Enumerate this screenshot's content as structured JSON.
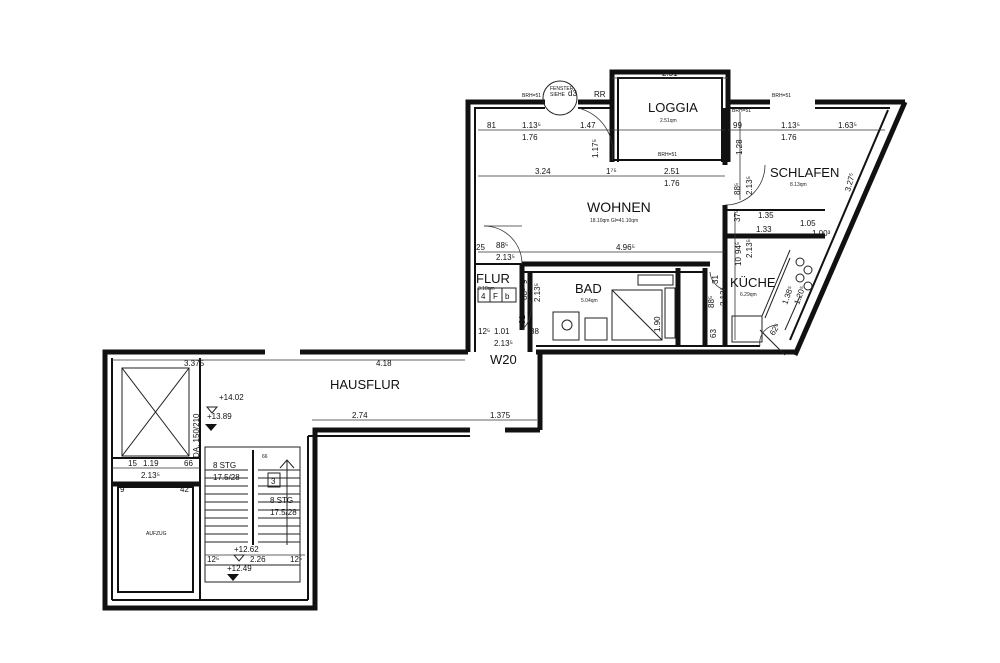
{
  "rooms": {
    "loggia": {
      "name": "LOGGIA",
      "area": "2.51qm"
    },
    "schlafen": {
      "name": "SCHLAFEN",
      "area": "8.13qm"
    },
    "wohnen": {
      "name": "WOHNEN",
      "area": "18.10qm   Gl=41.10qm"
    },
    "flur": {
      "name": "FLUR",
      "area": "3.18qm"
    },
    "bad": {
      "name": "BAD",
      "area": "5.04qm"
    },
    "kueche": {
      "name": "KÜCHE",
      "area": "6.29qm"
    },
    "hausflur": {
      "name": "HAUSFLUR"
    },
    "aufzug": {
      "name": "AUFZUG"
    },
    "w20": {
      "name": "W20"
    }
  },
  "labels": {
    "brh_left": "BRH=51",
    "brh_right": "BRH=51",
    "brh_loggia": "BRH=51",
    "brh_right2": "BRH=51",
    "fenster": "FENSTER",
    "fenster2": "SIEHE",
    "fenster_d": "d3",
    "rr": "RR",
    "stair_no": "3",
    "stg1": "8  STG",
    "stg1b": "17.5/28",
    "stg2": "8  STG",
    "stg2b": "17.5/28",
    "da": "DA. 150/210",
    "flur_switch_4": "4",
    "flur_switch_f": "F",
    "flur_switch_b": "b"
  },
  "levels": {
    "l1": "+14.02",
    "l2": "+13.89",
    "l3": "+12.62",
    "l4": "+12.49"
  },
  "dimensions": {
    "d251_top": "2.51",
    "d81": "81",
    "d1135a": "1.13⁵",
    "d147": "1.47",
    "d176a": "1.76",
    "d117": "1.17⁵",
    "d128": "1.28",
    "d99": "99",
    "d1135b": "1.13⁵",
    "d1635": "1.63⁵",
    "d176b": "1.76",
    "d3275": "3.27⁵",
    "d324": "3.24",
    "d175": "1⁷⁵",
    "d251b": "2.51",
    "d176c": "1.76",
    "d885a": "88⁵",
    "d2135a": "2.13⁵",
    "d375": "37⁵",
    "d135": "1.35",
    "d105": "1.05",
    "d133": "1.33",
    "d1003": "1.00³",
    "d25": "25",
    "d885b": "88⁵",
    "d2135b": "2.13⁵",
    "d4965": "4.96⁵",
    "d10": "10",
    "d945": "94⁵",
    "d2135c": "2.13⁵",
    "d31": "31",
    "d9": "9",
    "d885c": "88⁵",
    "d2135d": "2.13⁵",
    "d885d": "88⁵",
    "d2135e": "2.13⁵",
    "d138": "1.38⁵",
    "d120": "1.20⁵",
    "d625": "62⁵",
    "d91": "91",
    "d125": "12⁵",
    "d101": "1.01",
    "d38": "38",
    "d2135f": "2.13⁵",
    "d190": "1.90",
    "d63": "63",
    "d3375": "3.375",
    "d418": "4.18",
    "d274": "2.74",
    "d1375": "1.375",
    "d15": "15",
    "d119": "1.19",
    "d66": "66",
    "d2135g": "2.13⁵",
    "d9b": "9",
    "d42": "42",
    "d125b": "12⁵",
    "d226": "2.26",
    "d125c": "12⁵",
    "d66b": "66"
  }
}
